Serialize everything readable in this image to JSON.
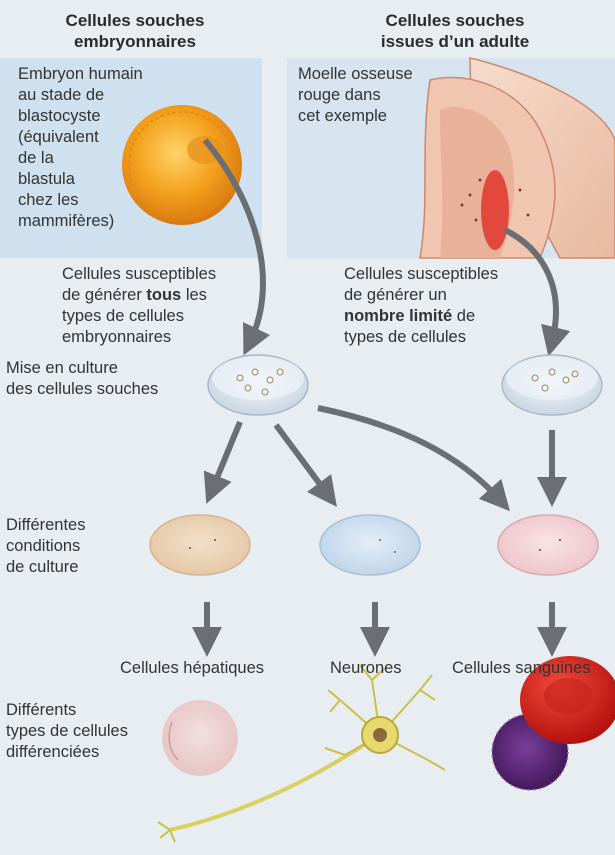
{
  "headers": {
    "left": [
      "Cellules souches",
      "embryonnaires"
    ],
    "right": [
      "Cellules souches",
      "issues d’un adulte"
    ]
  },
  "embryo_caption": [
    "Embryon humain",
    "au stade de",
    "blastocyste",
    "(équivalent",
    "de la",
    "blastula",
    "chez les",
    "mammifères)"
  ],
  "marrow_caption": [
    "Moelle osseuse",
    "rouge dans",
    "cet exemple"
  ],
  "embryonic_potential": {
    "line1": "Cellules susceptibles",
    "line2_pre": "de générer ",
    "line2_bold": "tous",
    "line2_post": " les",
    "line3": "types de cellules",
    "line4": "embryonnaires"
  },
  "adult_potential": {
    "line1": "Cellules susceptibles",
    "line2": "de générer un",
    "line3_bold": "nombre limité",
    "line3_post": " de",
    "line4": "types de cellules"
  },
  "culture_label": [
    "Mise en culture",
    "des cellules souches"
  ],
  "conditions_label": [
    "Différentes",
    "conditions",
    "de culture"
  ],
  "cell_types": [
    "Cellules hépatiques",
    "Neurones",
    "Cellules sanguines"
  ],
  "differentiated_label": [
    "Différents",
    "types de cellules",
    "différenciées"
  ],
  "colors": {
    "background": "#e8edf2",
    "arrow": "#6b6f74",
    "embryo": "#f0a020",
    "marrow": "#e03a2a",
    "red_blood_cell": "#d8231d",
    "white_blood_cell": "#5a2a7a",
    "neuron": "#d8d060"
  }
}
